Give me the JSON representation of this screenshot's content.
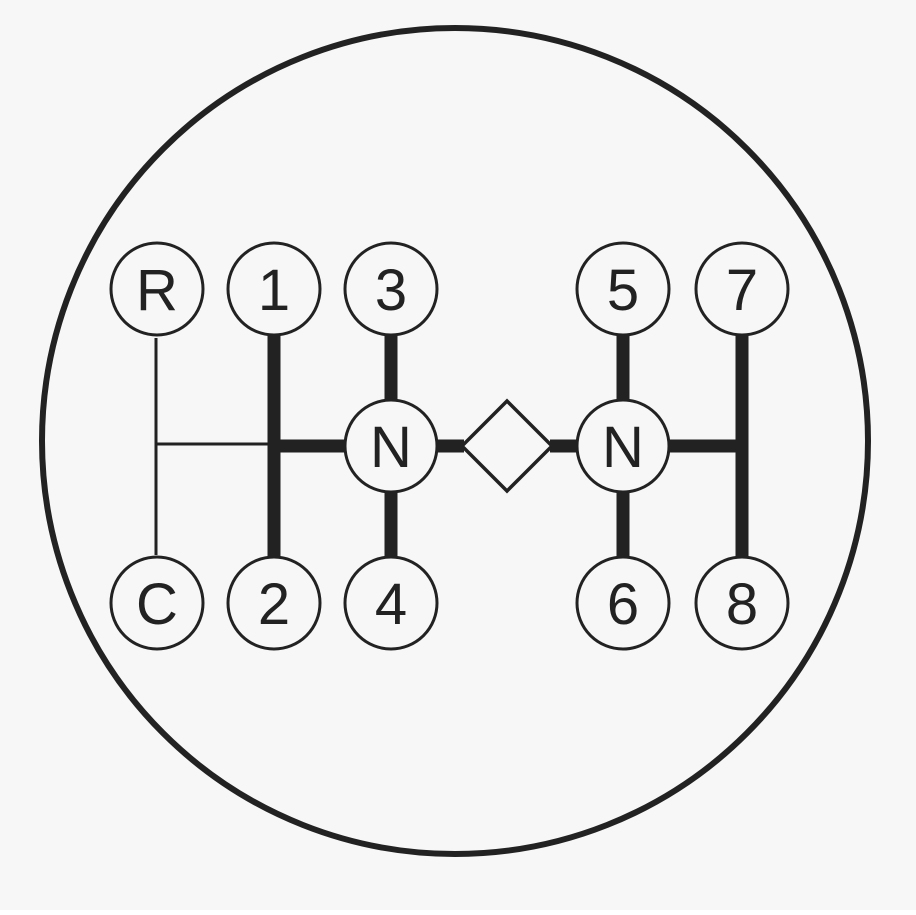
{
  "diagram": {
    "background_color": "#f7f7f7",
    "ink_color": "#222222",
    "gears": {
      "reverse": "R",
      "crawler": "C",
      "first": "1",
      "second": "2",
      "third": "3",
      "fourth": "4",
      "fifth": "5",
      "sixth": "6",
      "seventh": "7",
      "eighth": "8",
      "neutral_low": "N",
      "neutral_high": "N"
    },
    "range_selector_icon": "diamond-icon"
  }
}
